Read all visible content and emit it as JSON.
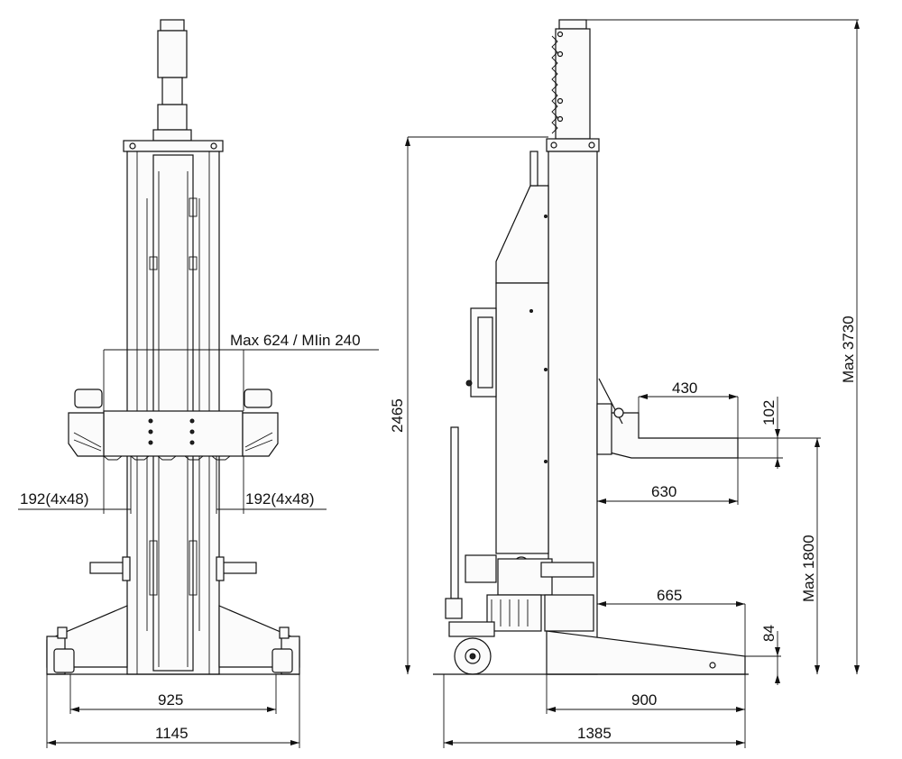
{
  "dimensions": {
    "front_view": {
      "max_min": "Max 624 / MIin 240",
      "fork_left": "192(4x48)",
      "fork_right": "192(4x48)",
      "wheelbase_inner": "925",
      "base_width": "1145"
    },
    "side_view": {
      "column_height": "2465",
      "max_height": "Max 3730",
      "fork_length": "430",
      "fork_reach": "630",
      "fork_thickness": "102",
      "max_lift": "Max 1800",
      "leg_length": "665",
      "leg_height": "84",
      "leg_total": "900",
      "overall_length": "1385"
    }
  }
}
